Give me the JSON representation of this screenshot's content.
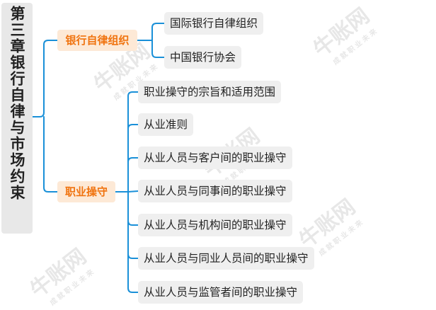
{
  "root": {
    "title": "第三章银行自律与市场约束"
  },
  "branches": [
    {
      "label": "银行自律组织",
      "children": [
        "国际银行自律组织",
        "中国银行协会"
      ]
    },
    {
      "label": "职业操守",
      "children": [
        "职业操守的宗旨和适用范围",
        "从业准则",
        "从业人员与客户间的职业操守",
        "从业人员与同事间的职业操守",
        "从业人员与机构间的职业操守",
        "从业人员与同业人员间的职业操守",
        "从业人员与监管者间的职业操守"
      ]
    }
  ],
  "watermark": {
    "brand": "牛账网",
    "slogan": "成就职业未来"
  },
  "colors": {
    "root_bg": "#e8e8e8",
    "branch_bg": "#fde9d6",
    "branch_text": "#f0730f",
    "leaf_bg": "#efefef",
    "connector": "#1a90d8"
  }
}
